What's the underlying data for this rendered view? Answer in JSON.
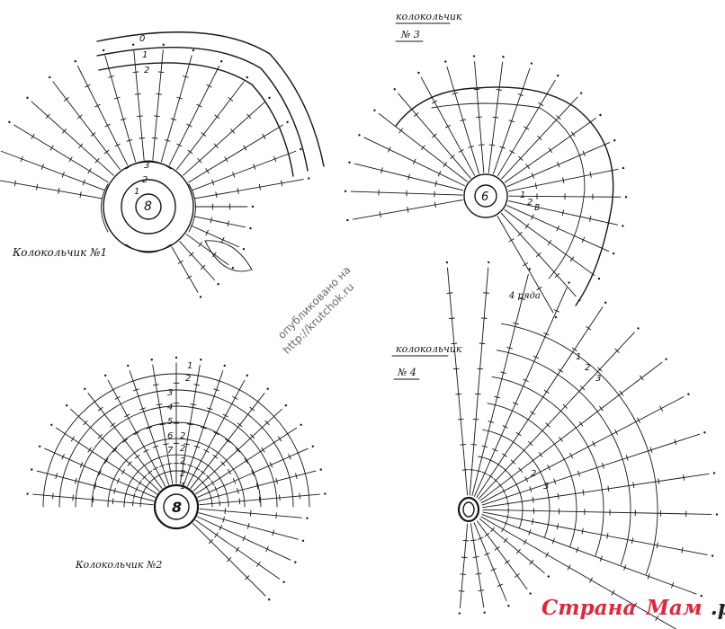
{
  "diagram1": {
    "title": "Колокольчик №1",
    "center": "8",
    "arc_labels": [
      "0",
      "1",
      "2"
    ],
    "row_labels": [
      "3",
      "2",
      "1"
    ]
  },
  "diagram2": {
    "title": "Колокольчик №2",
    "center": "8",
    "row_labels": [
      "1",
      "2",
      "3",
      "4",
      "5",
      "6",
      "7",
      "2",
      "2",
      "2",
      "2",
      "1"
    ]
  },
  "diagram3": {
    "title_line1": "колокольчик",
    "title_line2": "№ 3",
    "center": "6",
    "rows_note": "4 ряда",
    "row_labels": [
      "1",
      "2",
      "3"
    ]
  },
  "diagram4": {
    "title_line1": "колокольчик",
    "title_line2": "№ 4",
    "row_labels": [
      "1",
      "2",
      "3",
      "2",
      "3"
    ]
  },
  "watermark": {
    "line1": "опубликовано на",
    "line2": "http://krutchok.ru"
  },
  "brand": {
    "part1": "Страна",
    "part2": "Мам",
    "part3": ".ру"
  }
}
